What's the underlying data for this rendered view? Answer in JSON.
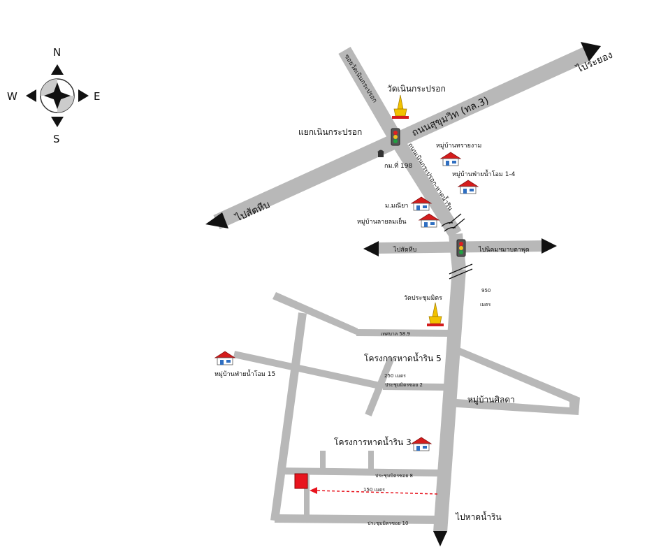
{
  "compass": {
    "north": "N",
    "south": "S",
    "east": "E",
    "west": "W"
  },
  "roads": {
    "sukhumvit": "ถนนสุขุมวิท (ทล.3)",
    "to_rayong": "ไประยอง",
    "to_sattahip_top": "ไปสัตหีบ",
    "to_sattahip_mid": "ไปสัตหีบ",
    "to_nikhom": "ไปนิคมฯมาบตาพุด",
    "to_beach": "ไปหาดน้ำริน",
    "soi_noen_krapok": "ซอยวัดเนินกระปรอก",
    "noen_krapok_road": "ถนนเนินกระปรอก-หาดน้ำริน",
    "thetsaban": "เทศบาล 58.9",
    "soi_2": "ประชุมมิตรซอย 2",
    "soi_8": "ประชุมมิตรซอย 8",
    "soi_10": "ประชุมมิตรซอย 10"
  },
  "places": {
    "wat_noen": "วัดเนินกระปรอก",
    "yaek_noen": "แยกเนินกระปรอก",
    "km_198": "กม.ที่ 198",
    "ban_sai_ngam": "หมู่บ้านทรายงาม",
    "ban_fai_om_1_4": "หมู่บ้านฟ่ายน้ำโอม 1-4",
    "mor_moniya": "ม.มณียา",
    "ban_lai_lom": "หมู่บ้านลายลมเย็น",
    "wat_prachum": "วัดประชุมมิตร",
    "dist_950": "950",
    "dist_950_unit": "เมตร",
    "project_5": "โครงการหาดน้ำริน 5",
    "dist_250": "250 เมตร",
    "ban_fai_om_15": "หมู่บ้านฟ่ายน้ำโอม 15",
    "ban_sirada": "หมู่บ้านศิลดา",
    "project_3": "โครงการหาดน้ำริน 3",
    "dist_150": "150 เมตร"
  },
  "colors": {
    "road": "#b8b8b8",
    "arrow": "#111111",
    "house_roof": "#d41c1c",
    "temple_gold": "#f2c200",
    "target": "#e8141e",
    "route": "#e8141e"
  }
}
